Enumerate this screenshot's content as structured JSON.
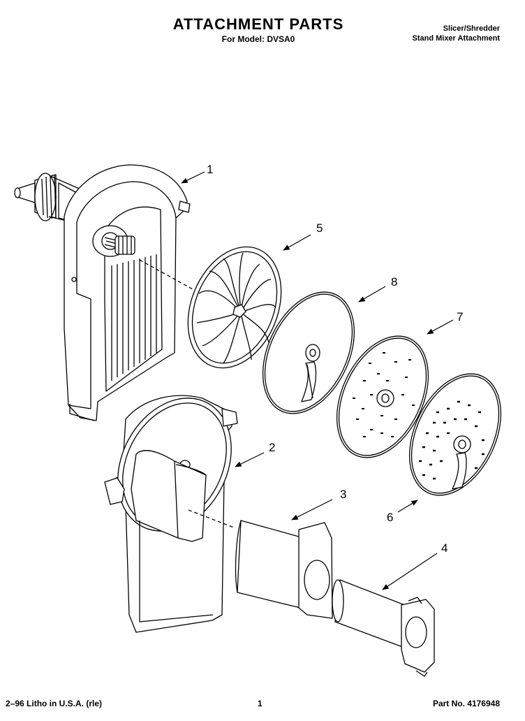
{
  "header": {
    "title": "ATTACHMENT PARTS",
    "model_line": "For Model: DVSA0",
    "product_line1": "Slicer/Shredder",
    "product_line2": "Stand Mixer Attachment"
  },
  "callouts": [
    "1",
    "2",
    "3",
    "4",
    "5",
    "6",
    "7",
    "8"
  ],
  "footer": {
    "left": "2–96 Litho in U.S.A. (rle)",
    "center": "1",
    "right": "Part No. 4176948"
  }
}
